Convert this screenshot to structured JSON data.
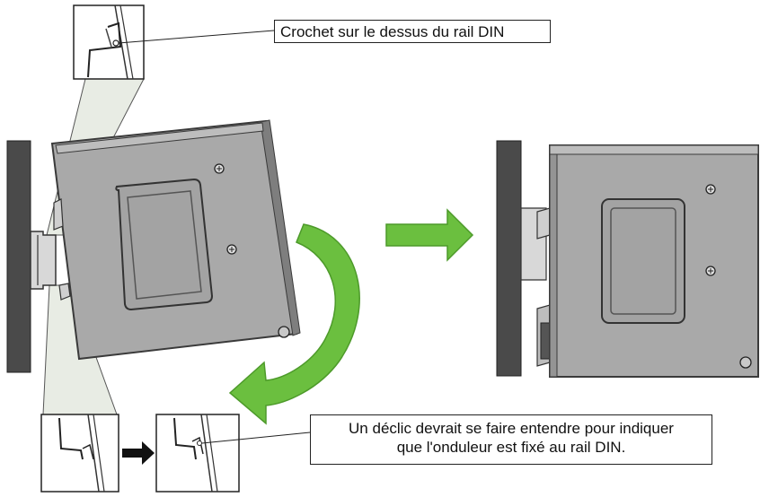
{
  "callouts": {
    "top_label": "Crochet sur le dessus du rail DIN",
    "bottom_label_line1": "Un déclic devrait se faire entendre pour indiquer",
    "bottom_label_line2": "que l'onduleur est fixé au rail DIN."
  },
  "colors": {
    "device_fill": "#a9a9a9",
    "device_edge": "#3a3a3a",
    "wall": "#4a4a4a",
    "arrow_green": "#6bbf3f",
    "detail_zoom": "#e8ece4"
  },
  "icons": [
    "curved-rotate-arrow",
    "right-arrow-green",
    "right-arrow-black",
    "screw-icon"
  ]
}
